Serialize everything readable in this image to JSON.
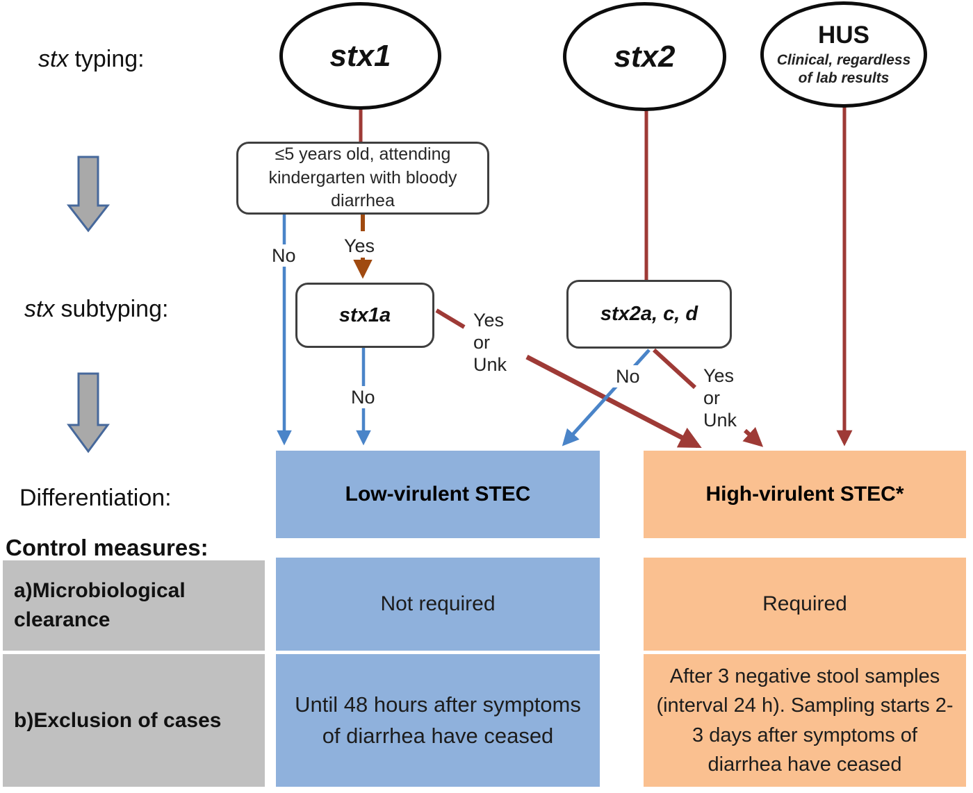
{
  "row_labels": {
    "stx": "stx",
    "typing": "typing:",
    "subtyping": "subtyping:",
    "differentiation": "Differentiation:",
    "control_measures": "Control measures:"
  },
  "nodes": {
    "stx1": "stx1",
    "stx2": "stx2",
    "hus": "HUS",
    "hus_note": "Clinical, regardless of lab results",
    "decision": "≤5 years old, attending kindergarten with bloody diarrhea",
    "stx1a": "stx1a",
    "stx2acd": "stx2a, c, d"
  },
  "edges": {
    "decision_no": "No",
    "decision_yes": "Yes",
    "stx1a_no": "No",
    "stx1a_yes_unk": "Yes or Unk",
    "stx2_no": "No",
    "stx2_yes_unk": "Yes or Unk"
  },
  "outcomes": {
    "low": "Low-virulent STEC",
    "high": "High-virulent STEC*"
  },
  "measures": {
    "a_label": "a)Microbiological clearance",
    "a_low": "Not required",
    "a_high": "Required",
    "b_label": "b)Exclusion of cases",
    "b_low": "Until 48 hours after symptoms of diarrhea have ceased",
    "b_high": "After 3 negative stool samples (interval 24 h). Sampling starts 2-3 days after symptoms of diarrhea have ceased"
  },
  "colors": {
    "dark_red": "#9E3A36",
    "brown": "#A04A10",
    "arrow_blue": "#4A84C8",
    "fill_blue": "#8FB1DC",
    "fill_orange": "#FAC090",
    "fill_gray": "#C0C0C0",
    "block_arrow_fill": "#A9A9A9",
    "block_arrow_border": "#46689B"
  }
}
